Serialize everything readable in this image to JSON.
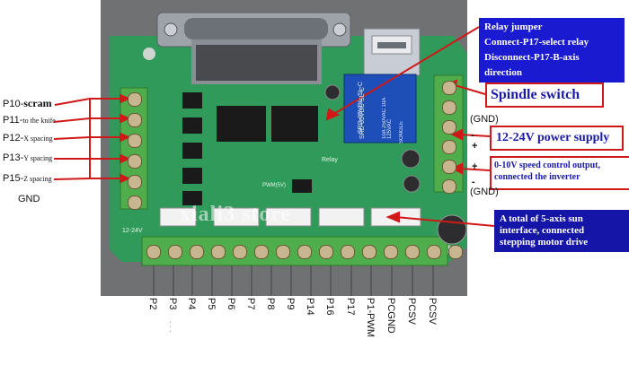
{
  "left_labels": [
    {
      "code": "P10-",
      "text": "scram",
      "style": "bold"
    },
    {
      "code": "P11-",
      "text": "to the knife",
      "style": "small"
    },
    {
      "code": "P12-",
      "text": "X spacing",
      "style": "small"
    },
    {
      "code": "P13-",
      "text": "Y spacing",
      "style": "small"
    },
    {
      "code": "P15-",
      "text": "Z spacing",
      "style": "small"
    },
    {
      "code": "GND",
      "text": "",
      "style": "plain"
    }
  ],
  "relay_jumper": {
    "line1": "Relay jumper",
    "line2": "Connect-P17-select relay",
    "line3": "Disconnect-P17-B-axis direction"
  },
  "spindle_switch": "Spindle switch",
  "gnd_top": "(GND)",
  "gnd_bottom": "(GND)",
  "power_supply": "12-24V power supply",
  "speed_control": {
    "line1": "0-10V speed control output,",
    "line2": "connected the inverter"
  },
  "axis_interface": {
    "line1": "A total of 5-axis sun",
    "line2": "interface, connected",
    "line3": "stepping motor drive"
  },
  "terminal_signs": [
    "-",
    "+",
    "+",
    "-"
  ],
  "watermark": "xiali3 store",
  "bottom_pins": [
    "P2",
    "P3",
    "P4",
    "P5",
    "P6",
    "P7",
    "P8",
    "P9",
    "P14",
    "P16",
    "P17",
    "P1-PWM",
    "PCGND",
    "PCSV",
    "PCSV"
  ],
  "extra_mark": ". . .",
  "board": {
    "pcb_color": "#2f9a5a",
    "terminal_color": "#4fae4b",
    "relay_color": "#1e4fb8",
    "usb_color": "#c8ccd4",
    "db25_color": "#a7abb3",
    "chip_color": "#1a1a1a",
    "callout_color": "#d01818",
    "text_blue": "#1a1aa8"
  },
  "pcb_text": {
    "relay_model_1": "SRD-05VDC-SL-C",
    "relay_model_2": "SONGLE",
    "relay_model_3": "10A 250VAC 10A 125VAC",
    "silk_left": "12-24V",
    "silk_relay": "Relay",
    "silk_pwm": "PWM(5V)"
  }
}
